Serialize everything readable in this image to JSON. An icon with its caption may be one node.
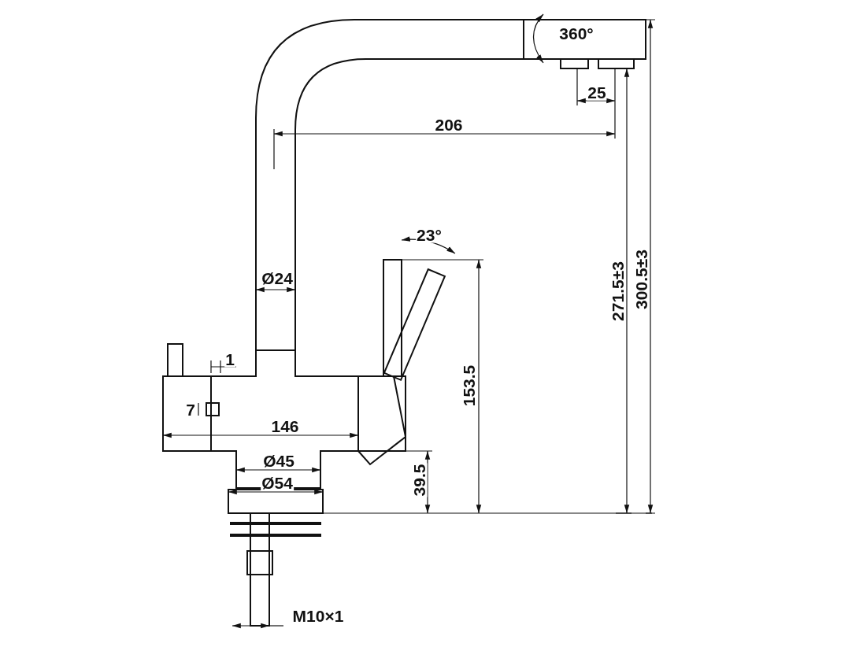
{
  "diagram": {
    "labels": [
      "360°",
      "25",
      "206",
      "23°",
      "Ø24",
      "271.5±3",
      "300.5±3",
      "1",
      "153.5",
      "7",
      "146",
      "Ø45",
      "39.5",
      "Ø54",
      "M10×1"
    ]
  }
}
